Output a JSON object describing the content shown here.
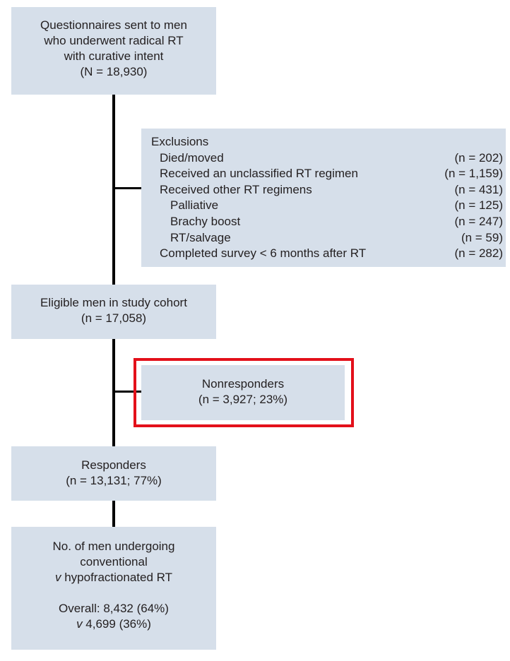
{
  "questionnaires": {
    "lines": [
      "Questionnaires sent to men",
      "who underwent radical RT",
      "with curative intent"
    ],
    "count": "(N = 18,930)"
  },
  "exclusions": {
    "title": "Exclusions",
    "items": [
      {
        "label": "Died/moved",
        "value": "(n = 202)",
        "level": 1
      },
      {
        "label": "Received an unclassified RT regimen",
        "value": "(n = 1,159)",
        "level": 1
      },
      {
        "label": "Received other RT regimens",
        "value": "(n = 431)",
        "level": 1
      },
      {
        "label": "Palliative",
        "value": "(n = 125)",
        "level": 2
      },
      {
        "label": "Brachy boost",
        "value": "(n = 247)",
        "level": 2
      },
      {
        "label": "RT/salvage",
        "value": "(n = 59)",
        "level": 2
      },
      {
        "label": "Completed survey < 6 months after RT",
        "value": "(n = 282)",
        "level": 1
      }
    ]
  },
  "eligible": {
    "label": "Eligible men in study cohort",
    "count": "(n = 17,058)"
  },
  "nonresponders": {
    "label": "Nonresponders",
    "count": "(n = 3,927; 23%)"
  },
  "responders": {
    "label": "Responders",
    "count": "(n = 13,131; 77%)"
  },
  "men_undergoing": {
    "line1": "No. of men undergoing",
    "line2": "conventional",
    "line3_v": "v",
    "line3_rest": " hypofractionated RT",
    "overall": "Overall: 8,432 (64%)",
    "overall2_v": "v",
    "overall2_rest": " 4,699 (36%)"
  },
  "colors": {
    "box_fill": "#d6dfea",
    "connector": "#000000",
    "highlight": "#e3101a"
  }
}
